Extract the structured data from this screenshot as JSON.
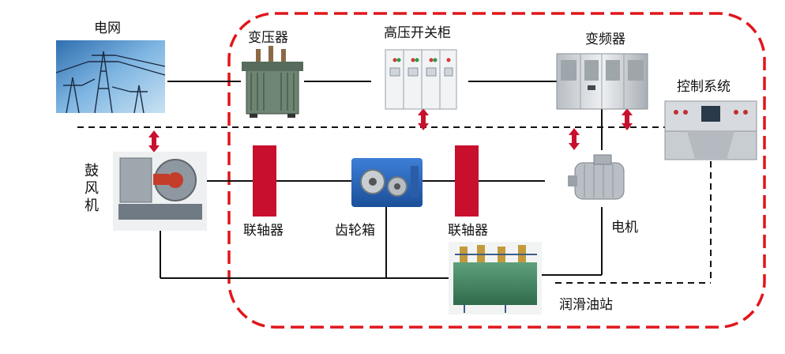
{
  "labels": {
    "grid": "电网",
    "transformer": "变压器",
    "hv_switchgear": "高压开关柜",
    "inverter": "变频器",
    "control_system": "控制系统",
    "blower_1": "鼓",
    "blower_2": "风",
    "blower_3": "机",
    "coupling_left": "联轴器",
    "gearbox": "齿轮箱",
    "coupling_right": "联轴器",
    "motor": "电机",
    "lube_station": "润滑油站"
  },
  "colors": {
    "boundary": "#e0161b",
    "coupling": "#c8102e",
    "arrow": "#c8102e",
    "line": "#111111",
    "sky": "#6aa8d8"
  },
  "icons": {
    "grid": "power-tower-icon",
    "transformer": "transformer-icon",
    "hv_switchgear": "switchgear-cabinet-icon",
    "inverter": "inverter-cabinet-icon",
    "control_system": "control-console-icon",
    "blower": "blower-icon",
    "gearbox": "gearbox-icon",
    "motor": "motor-icon",
    "lube_station": "lube-station-icon"
  }
}
